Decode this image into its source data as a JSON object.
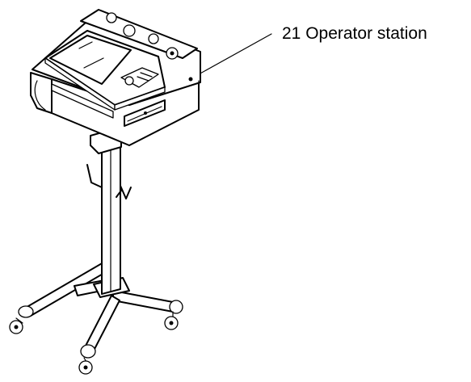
{
  "callout": {
    "number": "21",
    "text": "Operator station",
    "label": "21 Operator station"
  },
  "colors": {
    "line": "#000000",
    "background": "#ffffff"
  }
}
